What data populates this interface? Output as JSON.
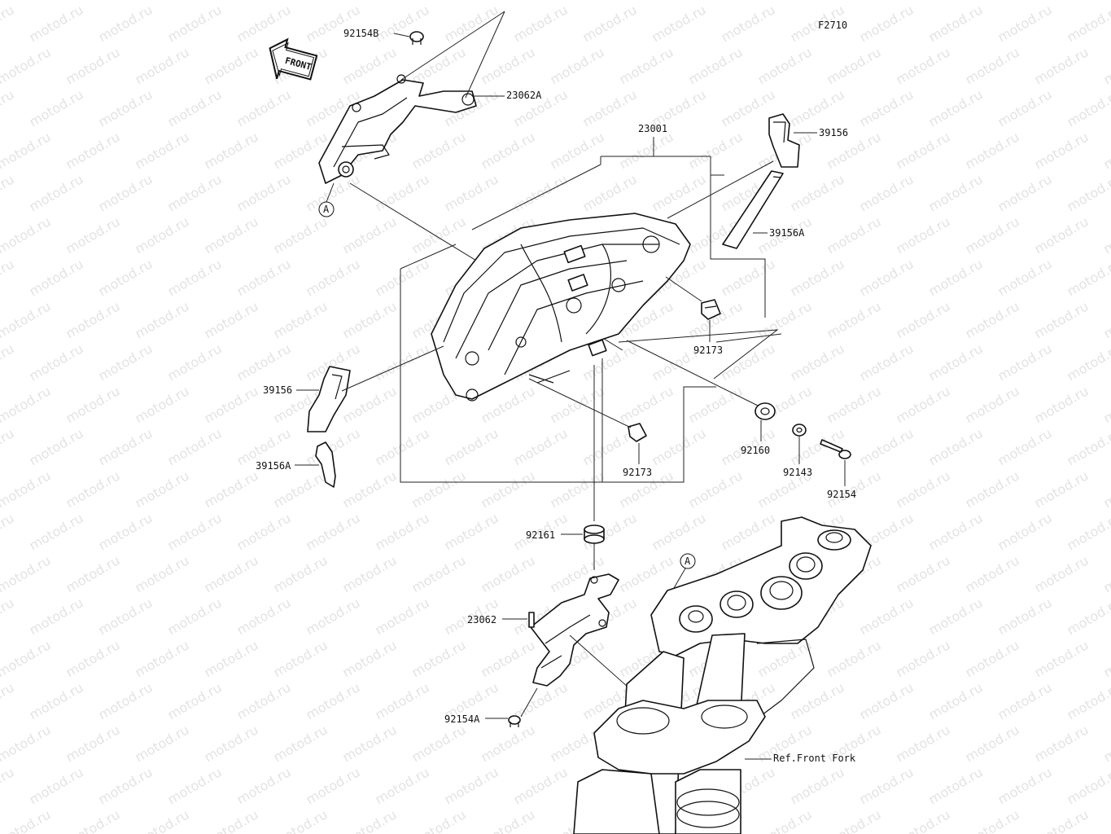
{
  "figure_code": "F2710",
  "watermark": "motod.ru",
  "front_arrow_label": "FRONT",
  "callout_marker": "A",
  "parts": {
    "p92154B": "92154B",
    "p23062A": "23062A",
    "p23001": "23001",
    "p39156_top": "39156",
    "p39156A_top": "39156A",
    "p92173_right": "92173",
    "p39156_left": "39156",
    "p39156A_left": "39156A",
    "p92173_center": "92173",
    "p92160": "92160",
    "p92143": "92143",
    "p92154": "92154",
    "p92161": "92161",
    "p23062": "23062",
    "p92154A": "92154A",
    "ref_front_fork": "Ref.Front Fork"
  }
}
